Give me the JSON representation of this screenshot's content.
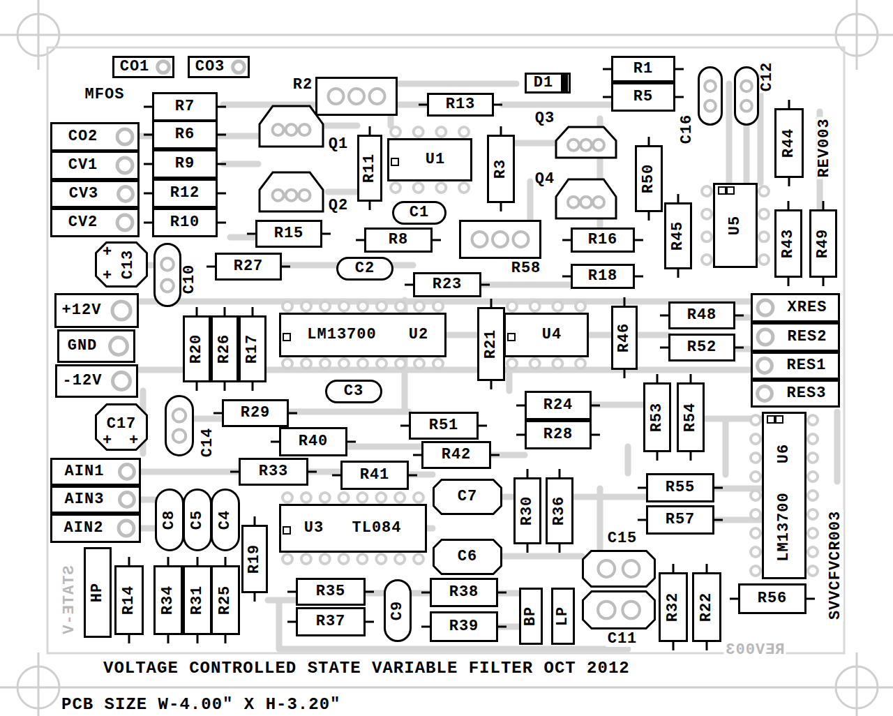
{
  "diagram": {
    "title": "VOLTAGE CONTROLLED STATE VARIABLE FILTER OCT 2012",
    "caption": "PCB SIZE W-4.00\" X H-3.20\"",
    "nodes": [
      {
        "text": [
          "CO1"
        ]
      },
      {
        "text": [
          "CO3"
        ]
      },
      {
        "text": [
          "R2"
        ]
      },
      {
        "text": [
          "R13"
        ]
      },
      {
        "text": [
          "D1"
        ]
      },
      {
        "text": [
          "R1"
        ]
      },
      {
        "text": [
          "R5"
        ]
      },
      {
        "text": [
          "C16"
        ]
      },
      {
        "text": [
          "C12"
        ]
      },
      {
        "text": [
          "R7"
        ]
      },
      {
        "text": [
          "Q1"
        ]
      },
      {
        "text": [
          "Q3"
        ]
      },
      {
        "text": [
          "CO2"
        ]
      },
      {
        "text": [
          "R6"
        ]
      },
      {
        "text": [
          "R11"
        ]
      },
      {
        "text": [
          "U1"
        ]
      },
      {
        "text": [
          "R3"
        ]
      },
      {
        "text": [
          "R50"
        ]
      },
      {
        "text": [
          "R44"
        ]
      },
      {
        "text": [
          "CV1"
        ]
      },
      {
        "text": [
          "R9"
        ]
      },
      {
        "text": [
          "Q2"
        ]
      },
      {
        "text": [
          "Q4"
        ]
      },
      {
        "text": [
          "CV3"
        ]
      },
      {
        "text": [
          "R12"
        ]
      },
      {
        "text": [
          "U5"
        ]
      },
      {
        "text": [
          "R45"
        ]
      },
      {
        "text": [
          "R43"
        ]
      },
      {
        "text": [
          "R49"
        ]
      },
      {
        "text": [
          "C1"
        ]
      },
      {
        "text": [
          "CV2"
        ]
      },
      {
        "text": [
          "R10"
        ]
      },
      {
        "text": [
          "R15"
        ]
      },
      {
        "text": [
          "R8"
        ]
      },
      {
        "text": [
          "R58"
        ]
      },
      {
        "text": [
          "R16"
        ]
      },
      {
        "text": [
          "C13",
          "+",
          "+"
        ]
      },
      {
        "text": [
          "C10"
        ]
      },
      {
        "text": [
          "R27"
        ]
      },
      {
        "text": [
          "C2"
        ]
      },
      {
        "text": [
          "R18"
        ]
      },
      {
        "text": [
          "R23"
        ]
      },
      {
        "text": [
          "+12V"
        ]
      },
      {
        "text": [
          "XRES"
        ]
      },
      {
        "text": [
          "R20"
        ]
      },
      {
        "text": [
          "R26"
        ]
      },
      {
        "text": [
          "R17"
        ]
      },
      {
        "text": [
          "LM13700",
          "U2"
        ]
      },
      {
        "text": [
          "R21"
        ]
      },
      {
        "text": [
          "U4"
        ]
      },
      {
        "text": [
          "R46"
        ]
      },
      {
        "text": [
          "R48"
        ]
      },
      {
        "text": [
          "R52"
        ]
      },
      {
        "text": [
          "RES2"
        ]
      },
      {
        "text": [
          "GND"
        ]
      },
      {
        "text": [
          "RES1"
        ]
      },
      {
        "text": [
          "-12V"
        ]
      },
      {
        "text": [
          "RES3"
        ]
      },
      {
        "text": [
          "C3"
        ]
      },
      {
        "text": [
          "R53"
        ]
      },
      {
        "text": [
          "R54"
        ]
      },
      {
        "text": [
          "R24"
        ]
      },
      {
        "text": [
          "C14"
        ]
      },
      {
        "text": [
          "R29"
        ]
      },
      {
        "text": [
          "C17",
          "+",
          "+"
        ]
      },
      {
        "text": [
          "LM13700",
          "U6"
        ]
      },
      {
        "text": [
          "R51"
        ]
      },
      {
        "text": [
          "R28"
        ]
      },
      {
        "text": [
          "R40"
        ]
      },
      {
        "text": [
          "R42"
        ]
      },
      {
        "text": [
          "AIN1"
        ]
      },
      {
        "text": [
          "R33"
        ]
      },
      {
        "text": [
          "R41"
        ]
      },
      {
        "text": [
          "R55"
        ]
      },
      {
        "text": [
          "C7"
        ]
      },
      {
        "text": [
          "R30"
        ]
      },
      {
        "text": [
          "R36"
        ]
      },
      {
        "text": [
          "AIN3"
        ]
      },
      {
        "text": [
          "C8"
        ]
      },
      {
        "text": [
          "C5"
        ]
      },
      {
        "text": [
          "C4"
        ]
      },
      {
        "text": [
          "U3",
          "TL084"
        ]
      },
      {
        "text": [
          "R57"
        ]
      },
      {
        "text": [
          "AIN2"
        ]
      },
      {
        "text": [
          "R19"
        ]
      },
      {
        "text": [
          "C15"
        ]
      },
      {
        "text": [
          "C6"
        ]
      },
      {
        "text": [
          "HP"
        ]
      },
      {
        "text": [
          "R14"
        ]
      },
      {
        "text": [
          "R34"
        ]
      },
      {
        "text": [
          "R31"
        ]
      },
      {
        "text": [
          "R25"
        ]
      },
      {
        "text": [
          "R32"
        ]
      },
      {
        "text": [
          "R22"
        ]
      },
      {
        "text": [
          "R35"
        ]
      },
      {
        "text": [
          "R38"
        ]
      },
      {
        "text": [
          "C9"
        ]
      },
      {
        "text": [
          "R56"
        ]
      },
      {
        "text": [
          "BP"
        ]
      },
      {
        "text": [
          "LP"
        ]
      },
      {
        "text": [
          "C11"
        ]
      },
      {
        "text": [
          "R37"
        ]
      },
      {
        "text": [
          "R39"
        ]
      }
    ],
    "labels": [
      "MFOS",
      "REV003",
      "SVVCFVCR003",
      "STATE-V",
      "REV003"
    ]
  }
}
